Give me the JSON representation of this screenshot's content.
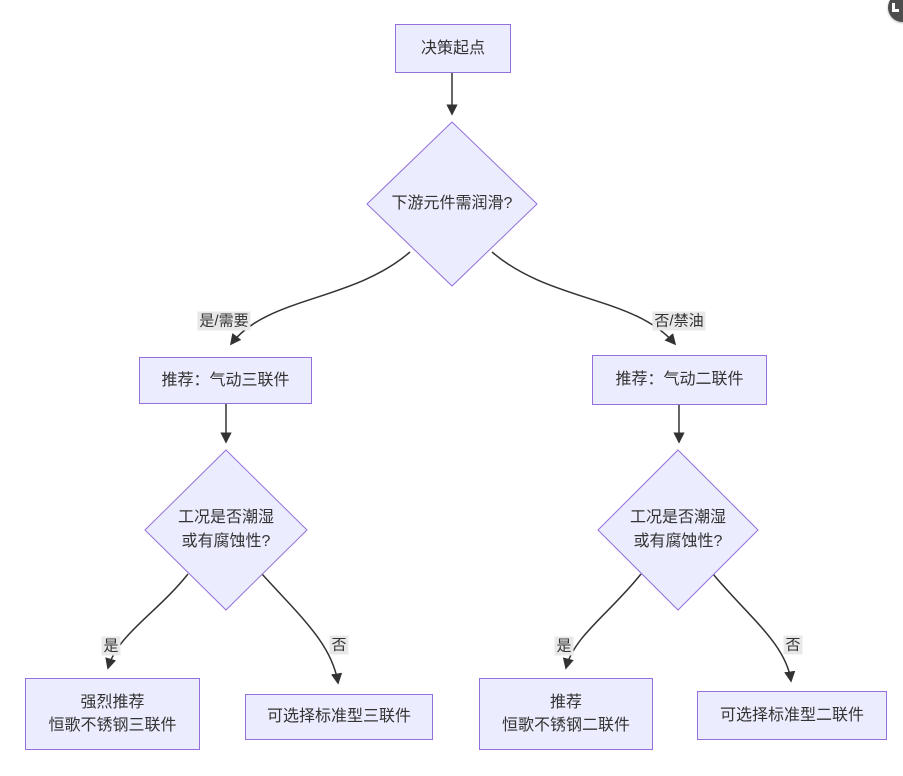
{
  "diagram": {
    "nodes": {
      "start": {
        "label": "决策起点"
      },
      "q_lubrication": {
        "label": "下游元件需润滑?"
      },
      "rec_triple": {
        "label": "推荐：气动三联件"
      },
      "rec_double": {
        "label": "推荐：气动二联件"
      },
      "q_humid_left": {
        "line1": "工况是否潮湿",
        "line2": "或有腐蚀性?"
      },
      "q_humid_right": {
        "line1": "工况是否潮湿",
        "line2": "或有腐蚀性?"
      },
      "ss_triple": {
        "line1": "强烈推荐",
        "line2": "恒歌不锈钢三联件"
      },
      "std_triple": {
        "label": "可选择标准型三联件"
      },
      "ss_double": {
        "line1": "推荐",
        "line2": "恒歌不锈钢二联件"
      },
      "std_double": {
        "label": "可选择标准型二联件"
      }
    },
    "edge_labels": {
      "yes_need": "是/需要",
      "no_oilfree": "否/禁油",
      "yes_left": "是",
      "no_left": "否",
      "yes_right": "是",
      "no_right": "否"
    },
    "edges": [
      {
        "from": "决策起点",
        "to": "下游元件需润滑?",
        "label": ""
      },
      {
        "from": "下游元件需润滑?",
        "to": "推荐：气动三联件",
        "label": "是/需要"
      },
      {
        "from": "下游元件需润滑?",
        "to": "推荐：气动二联件",
        "label": "否/禁油"
      },
      {
        "from": "推荐：气动三联件",
        "to": "工况是否潮湿或有腐蚀性?(左)",
        "label": ""
      },
      {
        "from": "推荐：气动二联件",
        "to": "工况是否潮湿或有腐蚀性?(右)",
        "label": ""
      },
      {
        "from": "工况是否潮湿或有腐蚀性?(左)",
        "to": "强烈推荐 恒歌不锈钢三联件",
        "label": "是"
      },
      {
        "from": "工况是否潮湿或有腐蚀性?(左)",
        "to": "可选择标准型三联件",
        "label": "否"
      },
      {
        "from": "工况是否潮湿或有腐蚀性?(右)",
        "to": "推荐 恒歌不锈钢二联件",
        "label": "是"
      },
      {
        "from": "工况是否潮湿或有腐蚀性?(右)",
        "to": "可选择标准型二联件",
        "label": "否"
      }
    ],
    "colors": {
      "node_fill": "#ECECFF",
      "node_border": "#9370DB",
      "edge_line": "#333333",
      "edge_label_bg": "#E8E8E8",
      "text": "#333333"
    }
  }
}
